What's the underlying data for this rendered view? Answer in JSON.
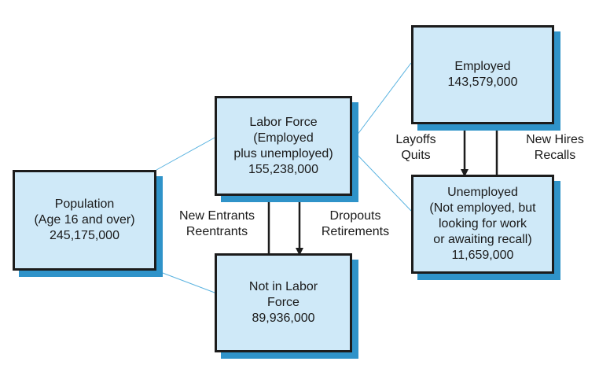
{
  "boxes": {
    "population": {
      "lines": [
        "Population",
        "(Age 16 and over)",
        "245,175,000"
      ]
    },
    "labor_force": {
      "lines": [
        "Labor Force",
        "(Employed",
        "plus unemployed)",
        "155,238,000"
      ]
    },
    "not_in_labor_force": {
      "lines": [
        "Not in Labor",
        "Force",
        "89,936,000"
      ]
    },
    "employed": {
      "lines": [
        "Employed",
        "143,579,000"
      ]
    },
    "unemployed": {
      "lines": [
        "Unemployed",
        "(Not employed, but",
        "looking for work",
        "or awaiting recall)",
        "11,659,000"
      ]
    }
  },
  "flows": {
    "into_labor_force": [
      "New Entrants",
      "Reentrants"
    ],
    "out_of_labor_force": [
      "Dropouts",
      "Retirements"
    ],
    "employed_to_unemployed": [
      "Layoffs",
      "Quits"
    ],
    "unemployed_to_employed": [
      "New Hires",
      "Recalls"
    ]
  },
  "colors": {
    "box_fill": "#cfe9f8",
    "box_border": "#1c1c1c",
    "box_shadow": "#2f93c9",
    "connector_line": "#5ab3e0",
    "arrow": "#1c1c1c"
  }
}
